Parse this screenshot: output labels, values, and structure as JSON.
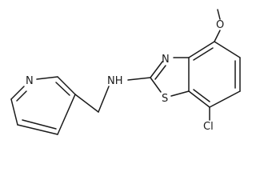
{
  "molecule": {
    "atoms": {
      "methoxy_o": "O",
      "thiazole_n": "N",
      "amine_nh": "NH",
      "pyridine_n": "N",
      "thiazole_s": "S",
      "chlorine": "Cl"
    },
    "colors": {
      "stroke": "#1a1a1a",
      "background": "#ffffff"
    }
  }
}
